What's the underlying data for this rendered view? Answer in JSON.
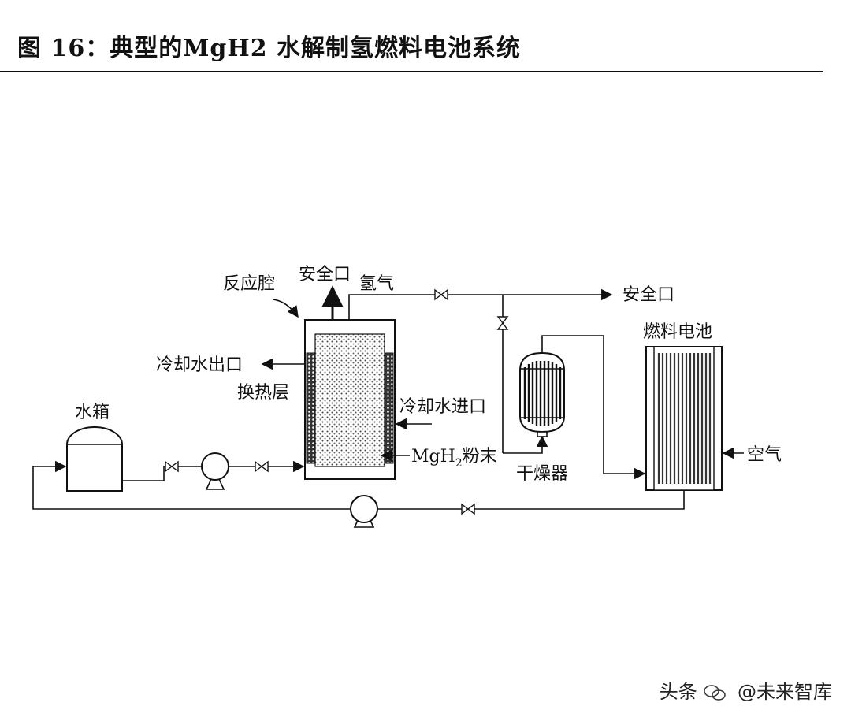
{
  "title": "图 16：典型的MgH2 水解制氢燃料电池系统",
  "labels": {
    "reaction_chamber": "反应腔",
    "safety_outlet_top": "安全口",
    "hydrogen": "氢气",
    "safety_outlet_right": "安全口",
    "fuel_cell": "燃料电池",
    "cooling_water_outlet": "冷却水出口",
    "heat_exchange_layer": "换热层",
    "cooling_water_inlet": "冷却水进口",
    "water_tank": "水箱",
    "mgh2_powder_prefix": "MgH",
    "mgh2_powder_sub": "2",
    "mgh2_powder_suffix": "粉末",
    "dryer": "干燥器",
    "air": "空气"
  },
  "watermark": {
    "source": "头条",
    "account": "@未来智库"
  },
  "icons": {
    "valve": "bowtie-valve-icon",
    "pump": "pump-icon",
    "arrow": "arrow-icon",
    "watermark_logo": "wechat-logo-icon"
  }
}
